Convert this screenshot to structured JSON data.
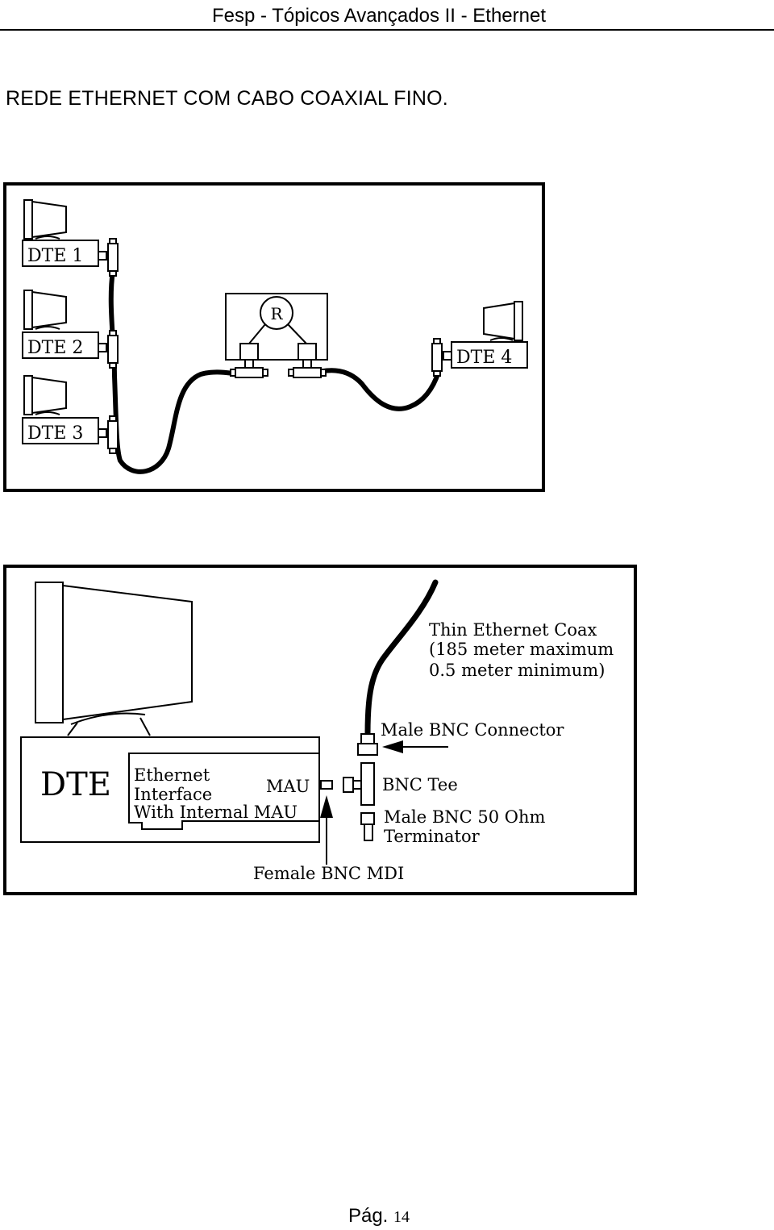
{
  "header": {
    "title": "Fesp - Tópicos Avançados II - Ethernet"
  },
  "section": {
    "heading": "REDE ETHERNET COM CABO COAXIAL FINO."
  },
  "figure_network": {
    "stations": [
      {
        "label": "DTE 1"
      },
      {
        "label": "DTE 2"
      },
      {
        "label": "DTE 3"
      },
      {
        "label": "DTE 4"
      }
    ],
    "repeater_label": "R"
  },
  "figure_detail": {
    "dte_label": "DTE",
    "interface_label_line1": "Ethernet",
    "interface_label_line2": "Interface",
    "interface_label_line3": "With Internal MAU",
    "mau_label": "MAU",
    "coax_label_line1": "Thin Ethernet Coax",
    "coax_label_line2": "(185 meter maximum",
    "coax_label_line3": "0.5 meter minimum)",
    "male_bnc_connector_label": "Male BNC Connector",
    "bnc_tee_label": "BNC Tee",
    "terminator_label_line1": "Male BNC 50 Ohm",
    "terminator_label_line2": "Terminator",
    "female_bnc_label": "Female BNC MDI"
  },
  "footer": {
    "page_label": "Pág.",
    "page_number": "14"
  }
}
